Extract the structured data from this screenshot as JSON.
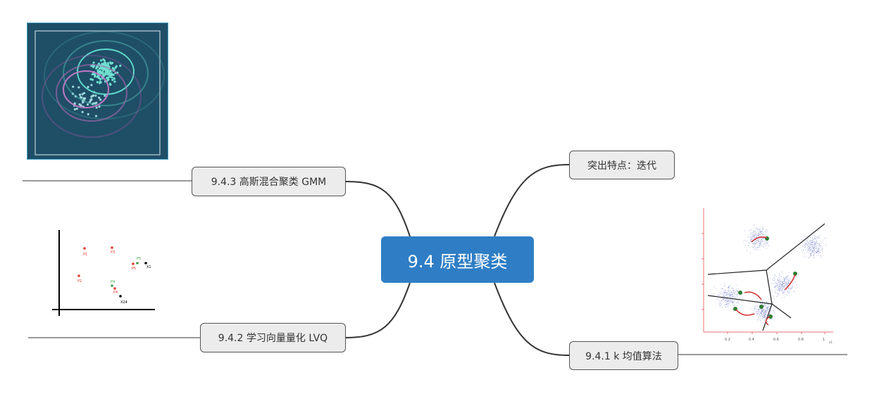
{
  "central_topic": "9.4 原型聚类",
  "branches": [
    {
      "id": "feature",
      "label": "突出特点：迭代"
    },
    {
      "id": "kmeans",
      "label": "9.4.1 k 均值算法"
    },
    {
      "id": "lvq",
      "label": "9.4.2 学习向量量化 LVQ"
    },
    {
      "id": "gmm",
      "label": "9.4.3 高斯混合聚类 GMM"
    }
  ],
  "lvq_figure": {
    "points": [
      {
        "label": "P1",
        "color": "#e53935"
      },
      {
        "label": "P3",
        "color": "#e53935"
      },
      {
        "label": "P5",
        "color": "#e53935"
      },
      {
        "label": "P5",
        "color": "#43a047"
      },
      {
        "label": "X1",
        "color": "#000000"
      },
      {
        "label": "P2",
        "color": "#e53935"
      },
      {
        "label": "P4",
        "color": "#43a047"
      },
      {
        "label": "P4",
        "color": "#e53935"
      },
      {
        "label": "X24",
        "color": "#000000"
      }
    ]
  },
  "kmeans_figure": {
    "x_tick_labels": [
      "0.2",
      "0.4",
      "0.6",
      "0.8",
      "1"
    ],
    "x_axis_label": "x1"
  },
  "colors": {
    "central_bg": "#2f7ec5",
    "node_bg": "#ececec",
    "connector": "#333333"
  }
}
